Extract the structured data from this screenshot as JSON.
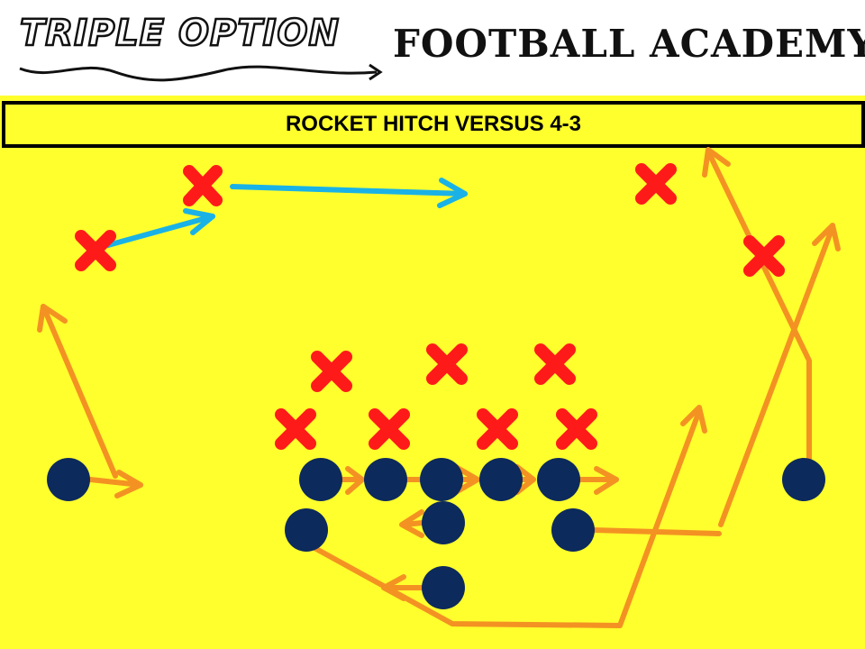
{
  "header": {
    "brand_script": "TRIPLE OPTION",
    "brand_name": "FOOTBALL ACADEMY"
  },
  "play": {
    "title": "ROCKET HITCH VERSUS 4-3"
  },
  "colors": {
    "field": "#ffff2e",
    "defender": "#ff1a1a",
    "offense_player": "#0d2a5c",
    "offense_route": "#f39223",
    "defense_route": "#1ab2e6",
    "title_border": "#000000"
  },
  "legend": {
    "defender_symbol": "x-mark-icon",
    "offense_symbol": "circle-icon"
  }
}
